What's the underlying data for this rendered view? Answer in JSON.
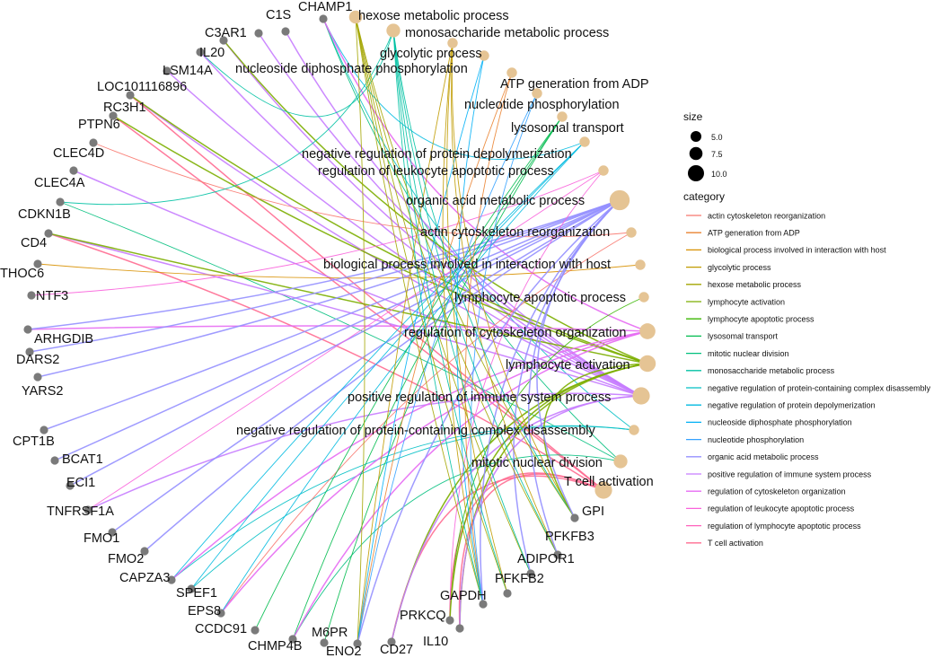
{
  "legend": {
    "size_title": "size",
    "size_entries": [
      {
        "label": "5.0",
        "value": 5.0
      },
      {
        "label": "7.5",
        "value": 7.5
      },
      {
        "label": "10.0",
        "value": 10.0
      }
    ],
    "category_title": "category"
  },
  "categories": [
    {
      "name": "actin cytoskeleton reorganization",
      "color": "#F8766D"
    },
    {
      "name": "ATP generation from ADP",
      "color": "#EA8331"
    },
    {
      "name": "biological process involved in interaction with host",
      "color": "#D89000"
    },
    {
      "name": "glycolytic process",
      "color": "#C09B00"
    },
    {
      "name": "hexose metabolic process",
      "color": "#A3A500"
    },
    {
      "name": "lymphocyte activation",
      "color": "#7CAE00"
    },
    {
      "name": "lymphocyte apoptotic process",
      "color": "#39B600"
    },
    {
      "name": "lysosomal transport",
      "color": "#00BB4E"
    },
    {
      "name": "mitotic nuclear division",
      "color": "#00BF7D"
    },
    {
      "name": "monosaccharide metabolic process",
      "color": "#00C1A3"
    },
    {
      "name": "negative regulation of protein-containing complex disassembly",
      "color": "#00BFC4"
    },
    {
      "name": "negative regulation of protein depolymerization",
      "color": "#00BAE0"
    },
    {
      "name": "nucleoside diphosphate phosphorylation",
      "color": "#00B0F6"
    },
    {
      "name": "nucleotide phosphorylation",
      "color": "#35A2FF"
    },
    {
      "name": "organic acid metabolic process",
      "color": "#9590FF"
    },
    {
      "name": "positive regulation of immune system process",
      "color": "#C77CFF"
    },
    {
      "name": "regulation of cytoskeleton organization",
      "color": "#E76BF3"
    },
    {
      "name": "regulation of leukocyte apoptotic process",
      "color": "#FA62DB"
    },
    {
      "name": "regulation of lymphocyte apoptotic process",
      "color": "#FF62BC"
    },
    {
      "name": "T cell activation",
      "color": "#FF6C91"
    }
  ],
  "terms": [
    {
      "label": "hexose metabolic process",
      "size": 6.0
    },
    {
      "label": "monosaccharide metabolic process",
      "size": 6.5
    },
    {
      "label": "glycolytic process",
      "size": 4.0
    },
    {
      "label": "nucleoside diphosphate phosphorylation",
      "size": 4.0
    },
    {
      "label": "ATP generation from ADP",
      "size": 4.0
    },
    {
      "label": "nucleotide phosphorylation",
      "size": 4.0
    },
    {
      "label": "lysosomal transport",
      "size": 4.0
    },
    {
      "label": "negative regulation of protein depolymerization",
      "size": 4.0
    },
    {
      "label": "regulation of leukocyte apoptotic process",
      "size": 4.0
    },
    {
      "label": "organic acid metabolic process",
      "size": 11.0
    },
    {
      "label": "actin cytoskeleton reorganization",
      "size": 4.0
    },
    {
      "label": "biological process involved in interaction with host",
      "size": 4.0
    },
    {
      "label": "lymphocyte apoptotic process",
      "size": 4.0
    },
    {
      "label": "regulation of cytoskeleton organization",
      "size": 8.0
    },
    {
      "label": "lymphocyte activation",
      "size": 8.5
    },
    {
      "label": "positive regulation of immune system process",
      "size": 9.0
    },
    {
      "label": "negative regulation of protein-containing complex disassembly",
      "size": 4.0
    },
    {
      "label": "mitotic nuclear division",
      "size": 6.5
    },
    {
      "label": "T cell activation",
      "size": 9.0
    }
  ],
  "genes": [
    "CHAMP1",
    "C1S",
    "C3AR1",
    "IL20",
    "LSM14A",
    "LOC101116896",
    "RC3H1",
    "PTPN6",
    "CLEC4D",
    "CLEC4A",
    "CDKN1B",
    "CD4",
    "THOC6",
    "NTF3",
    "ARHGDIB",
    "DARS2",
    "YARS2",
    "CPT1B",
    "BCAT1",
    "ECI1",
    "TNFRSF1A",
    "FMO1",
    "FMO2",
    "CAPZA3",
    "SPEF1",
    "EPS8",
    "CCDC91",
    "CHMP4B",
    "M6PR",
    "ENO2",
    "CD27",
    "IL10",
    "PRKCQ",
    "GAPDH",
    "PFKFB2",
    "ADIPOR1",
    "PFKFB3",
    "GPI"
  ],
  "links": [
    [
      "CHAMP1",
      "negative regulation of protein depolymerization",
      11
    ],
    [
      "CHAMP1",
      "negative regulation of protein-containing complex disassembly",
      10
    ],
    [
      "CHAMP1",
      "mitotic nuclear division",
      8
    ],
    [
      "CHAMP1",
      "regulation of cytoskeleton organization",
      16
    ],
    [
      "C1S",
      "positive regulation of immune system process",
      15
    ],
    [
      "C3AR1",
      "positive regulation of immune system process",
      15
    ],
    [
      "IL20",
      "positive regulation of immune system process",
      15
    ],
    [
      "IL20",
      "lymphocyte activation",
      5
    ],
    [
      "LSM14A",
      "monosaccharide metabolic process",
      9
    ],
    [
      "LSM14A",
      "positive regulation of immune system process",
      15
    ],
    [
      "LOC101116896",
      "positive regulation of immune system process",
      15
    ],
    [
      "RC3H1",
      "positive regulation of immune system process",
      15
    ],
    [
      "RC3H1",
      "T cell activation",
      19
    ],
    [
      "RC3H1",
      "lymphocyte activation",
      5
    ],
    [
      "PTPN6",
      "T cell activation",
      19
    ],
    [
      "PTPN6",
      "regulation of lymphocyte apoptotic process",
      18
    ],
    [
      "PTPN6",
      "lymphocyte activation",
      5
    ],
    [
      "CLEC4D",
      "actin cytoskeleton reorganization",
      0
    ],
    [
      "CLEC4A",
      "positive regulation of immune system process",
      15
    ],
    [
      "CDKN1B",
      "mitotic nuclear division",
      8
    ],
    [
      "CDKN1B",
      "monosaccharide metabolic process",
      9
    ],
    [
      "CD4",
      "T cell activation",
      19
    ],
    [
      "CD4",
      "positive regulation of immune system process",
      15
    ],
    [
      "CD4",
      "lymphocyte activation",
      5
    ],
    [
      "THOC6",
      "biological process involved in interaction with host",
      2
    ],
    [
      "NTF3",
      "regulation of leukocyte apoptotic process",
      17
    ],
    [
      "NTF3",
      "regulation of lymphocyte apoptotic process",
      18
    ],
    [
      "ARHGDIB",
      "regulation of cytoskeleton organization",
      16
    ],
    [
      "ARHGDIB",
      "organic acid metabolic process",
      14
    ],
    [
      "DARS2",
      "organic acid metabolic process",
      14
    ],
    [
      "YARS2",
      "organic acid metabolic process",
      14
    ],
    [
      "CPT1B",
      "organic acid metabolic process",
      14
    ],
    [
      "BCAT1",
      "organic acid metabolic process",
      14
    ],
    [
      "ECI1",
      "organic acid metabolic process",
      14
    ],
    [
      "TNFRSF1A",
      "positive regulation of immune system process",
      15
    ],
    [
      "TNFRSF1A",
      "regulation of leukocyte apoptotic process",
      17
    ],
    [
      "FMO1",
      "organic acid metabolic process",
      14
    ],
    [
      "FMO2",
      "organic acid metabolic process",
      14
    ],
    [
      "CAPZA3",
      "negative regulation of protein depolymerization",
      11
    ],
    [
      "CAPZA3",
      "negative regulation of protein-containing complex disassembly",
      10
    ],
    [
      "CAPZA3",
      "regulation of cytoskeleton organization",
      16
    ],
    [
      "SPEF1",
      "negative regulation of protein depolymerization",
      11
    ],
    [
      "SPEF1",
      "negative regulation of protein-containing complex disassembly",
      10
    ],
    [
      "EPS8",
      "actin cytoskeleton reorganization",
      0
    ],
    [
      "EPS8",
      "regulation of cytoskeleton organization",
      16
    ],
    [
      "EPS8",
      "negative regulation of protein depolymerization",
      11
    ],
    [
      "CCDC91",
      "lysosomal transport",
      7
    ],
    [
      "CHMP4B",
      "mitotic nuclear division",
      8
    ],
    [
      "CHMP4B",
      "lysosomal transport",
      7
    ],
    [
      "CHMP4B",
      "regulation of cytoskeleton organization",
      16
    ],
    [
      "M6PR",
      "lysosomal transport",
      7
    ],
    [
      "ENO2",
      "glycolytic process",
      3
    ],
    [
      "ENO2",
      "ATP generation from ADP",
      1
    ],
    [
      "ENO2",
      "nucleotide phosphorylation",
      13
    ],
    [
      "ENO2",
      "nucleoside diphosphate phosphorylation",
      12
    ],
    [
      "ENO2",
      "hexose metabolic process",
      4
    ],
    [
      "ENO2",
      "organic acid metabolic process",
      14
    ],
    [
      "CD27",
      "T cell activation",
      19
    ],
    [
      "CD27",
      "lymphocyte activation",
      5
    ],
    [
      "CD27",
      "positive regulation of immune system process",
      15
    ],
    [
      "IL10",
      "T cell activation",
      19
    ],
    [
      "IL10",
      "lymphocyte apoptotic process",
      6
    ],
    [
      "IL10",
      "regulation of lymphocyte apoptotic process",
      18
    ],
    [
      "IL10",
      "regulation of leukocyte apoptotic process",
      17
    ],
    [
      "IL10",
      "lymphocyte activation",
      5
    ],
    [
      "PRKCQ",
      "T cell activation",
      19
    ],
    [
      "PRKCQ",
      "lymphocyte activation",
      5
    ],
    [
      "PRKCQ",
      "positive regulation of immune system process",
      15
    ],
    [
      "GAPDH",
      "glycolytic process",
      3
    ],
    [
      "GAPDH",
      "hexose metabolic process",
      4
    ],
    [
      "GAPDH",
      "monosaccharide metabolic process",
      9
    ],
    [
      "GAPDH",
      "ATP generation from ADP",
      1
    ],
    [
      "GAPDH",
      "nucleoside diphosphate phosphorylation",
      12
    ],
    [
      "GAPDH",
      "nucleotide phosphorylation",
      13
    ],
    [
      "GAPDH",
      "organic acid metabolic process",
      14
    ],
    [
      "PFKFB2",
      "hexose metabolic process",
      4
    ],
    [
      "PFKFB2",
      "monosaccharide metabolic process",
      9
    ],
    [
      "PFKFB2",
      "glycolytic process",
      3
    ],
    [
      "ADIPOR1",
      "hexose metabolic process",
      4
    ],
    [
      "ADIPOR1",
      "monosaccharide metabolic process",
      9
    ],
    [
      "ADIPOR1",
      "organic acid metabolic process",
      14
    ],
    [
      "PFKFB3",
      "hexose metabolic process",
      4
    ],
    [
      "PFKFB3",
      "monosaccharide metabolic process",
      9
    ],
    [
      "PFKFB3",
      "glycolytic process",
      3
    ],
    [
      "PFKFB3",
      "organic acid metabolic process",
      14
    ],
    [
      "GPI",
      "hexose metabolic process",
      4
    ],
    [
      "GPI",
      "monosaccharide metabolic process",
      9
    ],
    [
      "GPI",
      "glycolytic process",
      3
    ],
    [
      "GPI",
      "lymphocyte activation",
      5
    ],
    [
      "GPI",
      "organic acid metabolic process",
      14
    ]
  ]
}
